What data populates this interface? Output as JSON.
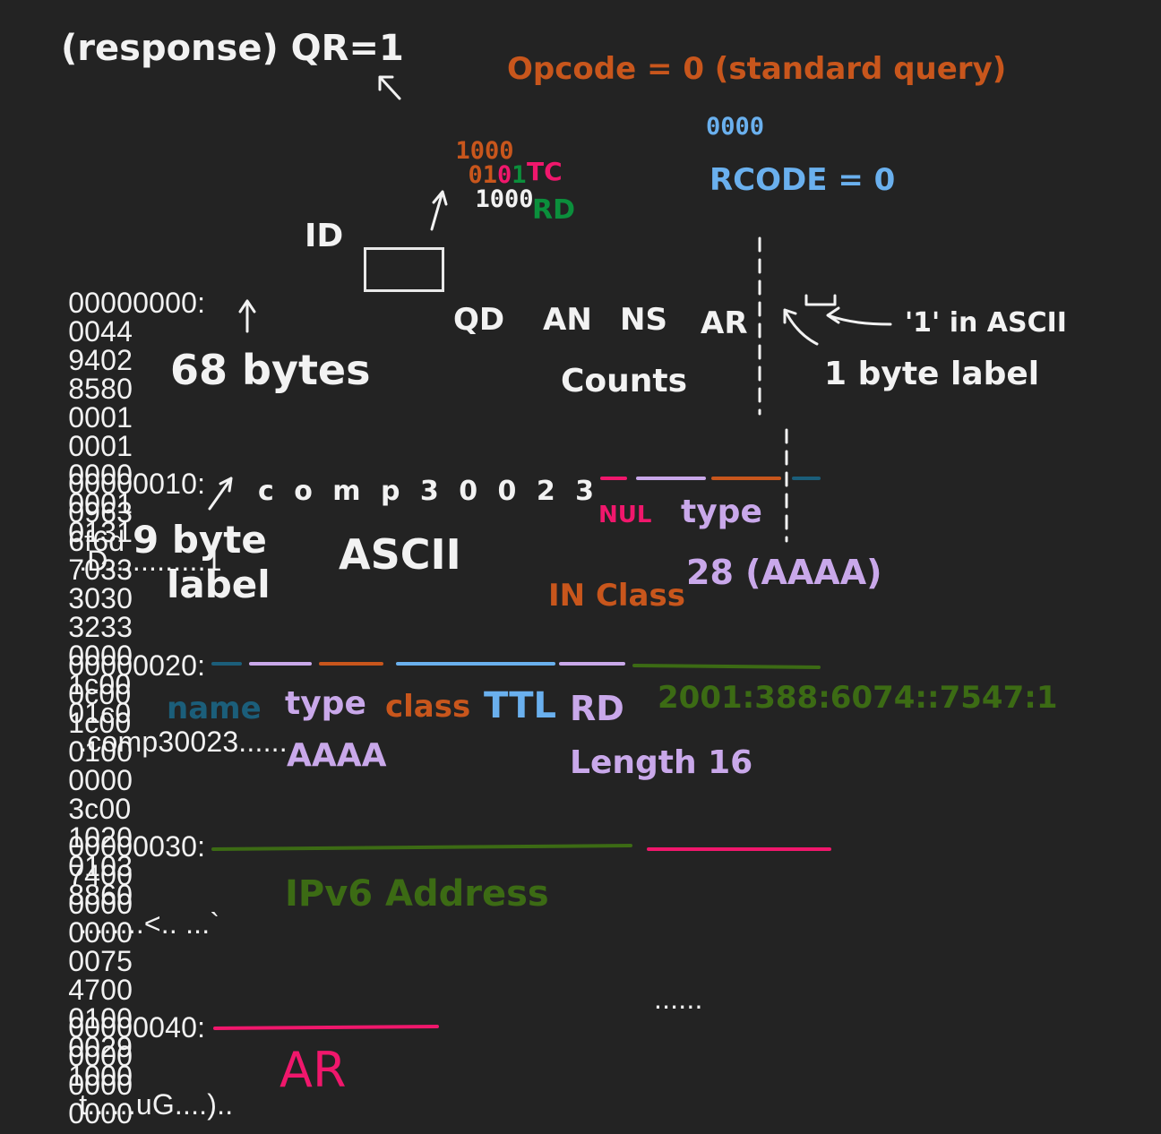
{
  "colors": {
    "bg": "#232323",
    "white": "#f2f2f2",
    "orange": "#c8561c",
    "pink": "#f0176c",
    "green": "#0b8f3c",
    "blue": "#6ab0ee",
    "purple": "#c9a8ea",
    "teal": "#1b5e7a",
    "darkgreen": "#3c6b14"
  },
  "hex_rows": [
    {
      "offset": "00000000:",
      "groups": [
        "0044",
        "9402",
        "8580",
        "0001",
        "0001",
        "0000",
        "0001",
        "0131"
      ],
      "ascii": ".D............1"
    },
    {
      "offset": "00000010:",
      "groups": [
        "0963",
        "6f6d",
        "7033",
        "3030",
        "3233",
        "0000",
        "1c00",
        "01c0"
      ],
      "ascii": ".comp30023......"
    },
    {
      "offset": "00000020:",
      "groups": [
        "0c00",
        "1c00",
        "0100",
        "0000",
        "3c00",
        "1020",
        "0103",
        "8860"
      ],
      "ascii": "........<.. ...`"
    },
    {
      "offset": "00000030:",
      "groups": [
        "7400",
        "0000",
        "0000",
        "0075",
        "4700",
        "0100",
        "0029",
        "1000"
      ],
      "ascii": "t......uG....).."
    },
    {
      "offset": "00000040:",
      "groups": [
        "0000",
        "0000",
        "0000"
      ],
      "ascii": "......"
    }
  ],
  "annotations": {
    "response_qr": "(response) QR=1",
    "opcode": "Opcode = 0 (standard query)",
    "bits": {
      "g1": "1000",
      "g2a": "01",
      "g2b": "0",
      "g2c": "1",
      "g3": "1000",
      "g4": "0000"
    },
    "tc": "TC",
    "rd": "RD",
    "rcode": "RCODE = 0",
    "id": "ID",
    "qd": "QD",
    "an": "AN",
    "ns": "NS",
    "ar_count": "AR",
    "counts": "Counts",
    "size_68": "68 bytes",
    "one_ascii": "'1' in ASCII",
    "one_byte_label": "1 byte label",
    "comp_letters": "c o m p 3 0 0 2 3",
    "nine_byte_label_1": "9 byte",
    "nine_byte_label_2": "label",
    "ascii": "ASCII",
    "nul": "NUL",
    "type1": "type",
    "type28": "28 (AAAA)",
    "in_class": "IN Class",
    "name": "name",
    "type2": "type",
    "aaaa": "AAAA",
    "class": "class",
    "ttl": "TTL",
    "rd_length_1": "RD",
    "rd_length_2": "Length 16",
    "ipv6_value": "2001:388:6074::7547:1",
    "ipv6_address": "IPv6 Address",
    "ar_bottom": "AR"
  }
}
